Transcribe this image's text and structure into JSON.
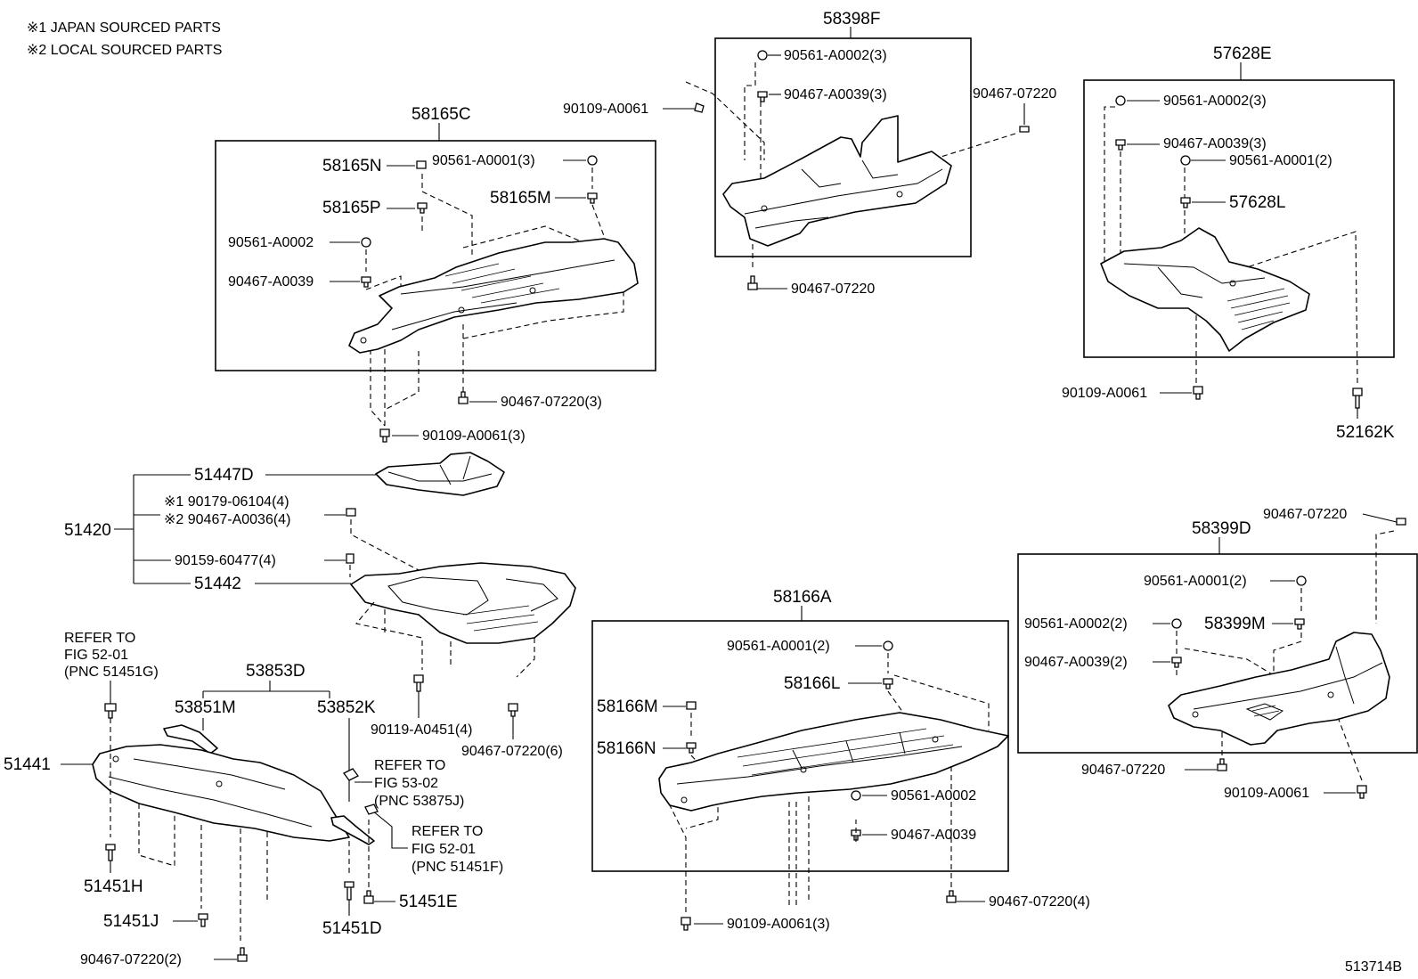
{
  "notes": {
    "japan": "※1  JAPAN SOURCED PARTS",
    "local": "※2  LOCAL SOURCED PARTS"
  },
  "labels": {
    "p58398F": "58398F",
    "p57628E": "57628E",
    "p58165C": "58165C",
    "p58165N": "58165N",
    "p58165P": "58165P",
    "p58165M": "58165M",
    "p57628L": "57628L",
    "p52162K": "52162K",
    "p51447D": "51447D",
    "p51420": "51420",
    "p51442": "51442",
    "p58399D": "58399D",
    "p58399M": "58399M",
    "p58166A": "58166A",
    "p58166L": "58166L",
    "p58166M": "58166M",
    "p58166N": "58166N",
    "p53853D": "53853D",
    "p53851M": "53851M",
    "p53852K": "53852K",
    "p51441": "51441",
    "p51451H": "51451H",
    "p51451J": "51451J",
    "p51451D": "51451D",
    "p51451E": "51451E",
    "f58398F_a": "90561-A0002(3)",
    "f58398F_b": "90467-A0039(3)",
    "f58398F_top": "90109-A0061",
    "f58398F_r": "90467-07220",
    "f58398F_bot": "90467-07220",
    "f57628E_a": "90561-A0002(3)",
    "f57628E_b": "90467-A0039(3)",
    "f57628E_c": "90561-A0001(2)",
    "f57628E_bot": "90109-A0061",
    "f58165C_a": "90561-A0001(3)",
    "f58165C_b": "90561-A0002",
    "f58165C_c": "90467-A0039",
    "f58165C_d": "90467-07220(3)",
    "f58165C_e": "90109-A0061(3)",
    "f51420_a": "※1 90179-06104(4)",
    "f51420_b": "※2 90467-A0036(4)",
    "f51420_c": "90159-60477(4)",
    "f51442_a": "90119-A0451(4)",
    "f51442_b": "90467-07220(6)",
    "f58399D_top": "90467-07220",
    "f58399D_a": "90561-A0001(2)",
    "f58399D_b": "90561-A0002(2)",
    "f58399D_c": "90467-A0039(2)",
    "f58399D_d": "90467-07220",
    "f58399D_e": "90109-A0061",
    "f58166A_a": "90561-A0001(2)",
    "f58166A_b": "90561-A0002",
    "f58166A_c": "90467-A0039",
    "f58166A_d": "90109-A0061(3)",
    "f58166A_e": "90467-07220(4)",
    "f51441_a": "90467-07220(2)",
    "ref1_l1": "REFER TO",
    "ref1_l2": "FIG 52-01",
    "ref1_l3": "(PNC 51451G)",
    "ref2_l1": "REFER TO",
    "ref2_l2": "FIG 53-02",
    "ref2_l3": "(PNC 53875J)",
    "ref3_l1": "REFER TO",
    "ref3_l2": "FIG 52-01",
    "ref3_l3": "(PNC 51451F)",
    "diagram_id": "513714B"
  },
  "icons": [
    "clip-icon",
    "bolt-icon",
    "screw-icon",
    "nut-icon"
  ]
}
